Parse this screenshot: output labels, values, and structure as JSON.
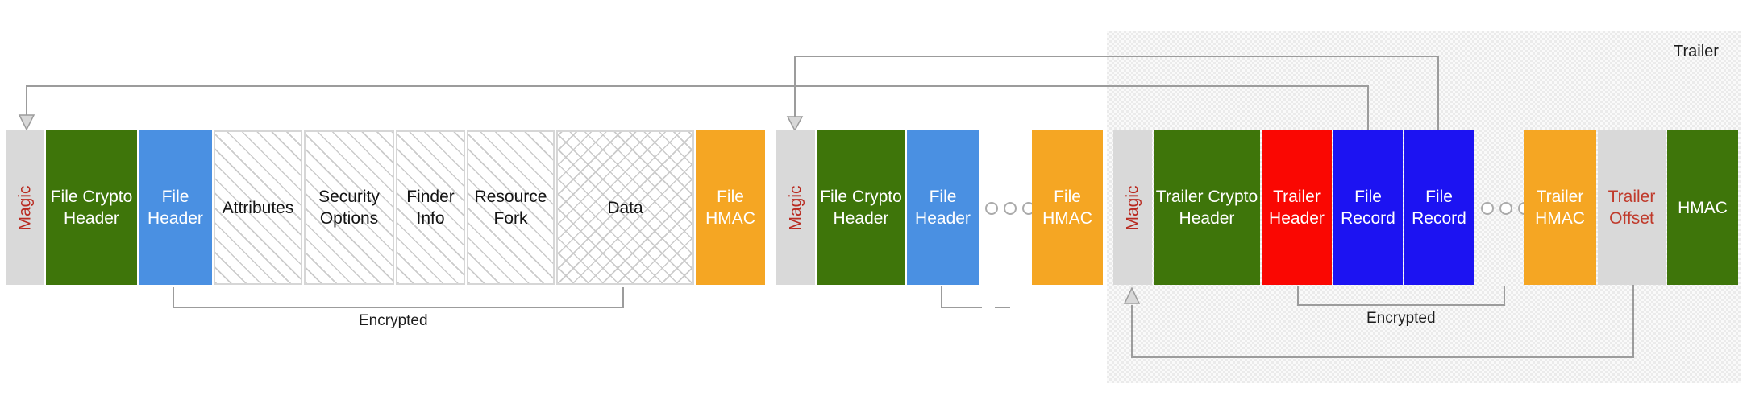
{
  "diagram": {
    "trailer_label": "Trailer",
    "file1": {
      "magic": "Magic",
      "file_crypto_header": [
        "File Crypto",
        "Header"
      ],
      "file_header": [
        "File",
        "Header"
      ],
      "attributes": "Attributes",
      "security_options": [
        "Security",
        "Options"
      ],
      "finder_info": [
        "Finder",
        "Info"
      ],
      "resource_fork": [
        "Resource",
        "Fork"
      ],
      "data": "Data",
      "file_hmac": [
        "File",
        "HMAC"
      ],
      "encrypted": "Encrypted"
    },
    "file2": {
      "magic": "Magic",
      "file_crypto_header": [
        "File Crypto",
        "Header"
      ],
      "file_header": [
        "File",
        "Header"
      ],
      "file_hmac": [
        "File",
        "HMAC"
      ]
    },
    "trailer": {
      "magic": "Magic",
      "trailer_crypto_header": [
        "Trailer Crypto",
        "Header"
      ],
      "trailer_header": [
        "Trailer",
        "Header"
      ],
      "file_record_1": [
        "File",
        "Record"
      ],
      "file_record_2": [
        "File",
        "Record"
      ],
      "trailer_hmac": [
        "Trailer",
        "HMAC"
      ],
      "trailer_offset": [
        "Trailer",
        "Offset"
      ],
      "hmac": "HMAC",
      "encrypted": "Encrypted"
    },
    "colors": {
      "green": "#3E750A",
      "header_blue": "#4A90E2",
      "record_blue": "#1C13F2",
      "red": "#FA0702",
      "orange": "#F5A623",
      "gray": "#D9D9D9",
      "magic_text_red": "#B92B21",
      "connector_gray": "#9C9C9C"
    }
  }
}
